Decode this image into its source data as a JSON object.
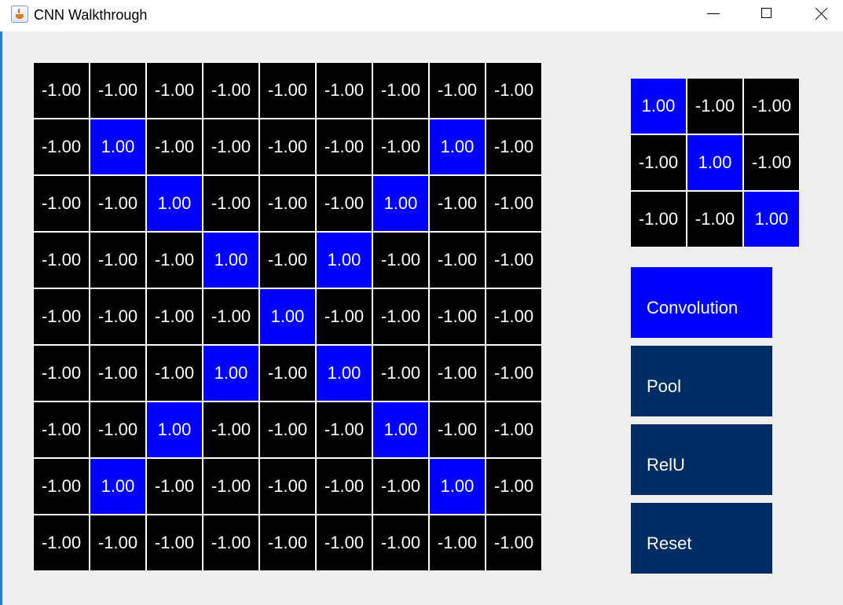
{
  "window": {
    "title": "CNN Walkthrough"
  },
  "colors": {
    "positive_cell": "#0000ff",
    "negative_cell": "#000000",
    "button": "#002c64",
    "button_active": "#0000ff",
    "background": "#eeeeee"
  },
  "input_grid": [
    [
      "-1.00",
      "-1.00",
      "-1.00",
      "-1.00",
      "-1.00",
      "-1.00",
      "-1.00",
      "-1.00",
      "-1.00"
    ],
    [
      "-1.00",
      "1.00",
      "-1.00",
      "-1.00",
      "-1.00",
      "-1.00",
      "-1.00",
      "1.00",
      "-1.00"
    ],
    [
      "-1.00",
      "-1.00",
      "1.00",
      "-1.00",
      "-1.00",
      "-1.00",
      "1.00",
      "-1.00",
      "-1.00"
    ],
    [
      "-1.00",
      "-1.00",
      "-1.00",
      "1.00",
      "-1.00",
      "1.00",
      "-1.00",
      "-1.00",
      "-1.00"
    ],
    [
      "-1.00",
      "-1.00",
      "-1.00",
      "-1.00",
      "1.00",
      "-1.00",
      "-1.00",
      "-1.00",
      "-1.00"
    ],
    [
      "-1.00",
      "-1.00",
      "-1.00",
      "1.00",
      "-1.00",
      "1.00",
      "-1.00",
      "-1.00",
      "-1.00"
    ],
    [
      "-1.00",
      "-1.00",
      "1.00",
      "-1.00",
      "-1.00",
      "-1.00",
      "1.00",
      "-1.00",
      "-1.00"
    ],
    [
      "-1.00",
      "1.00",
      "-1.00",
      "-1.00",
      "-1.00",
      "-1.00",
      "-1.00",
      "1.00",
      "-1.00"
    ],
    [
      "-1.00",
      "-1.00",
      "-1.00",
      "-1.00",
      "-1.00",
      "-1.00",
      "-1.00",
      "-1.00",
      "-1.00"
    ]
  ],
  "kernel_grid": [
    [
      "1.00",
      "-1.00",
      "-1.00"
    ],
    [
      "-1.00",
      "1.00",
      "-1.00"
    ],
    [
      "-1.00",
      "-1.00",
      "1.00"
    ]
  ],
  "buttons": [
    {
      "id": "convolution",
      "label": "Convolution",
      "active": true
    },
    {
      "id": "pool",
      "label": "Pool",
      "active": false
    },
    {
      "id": "relu",
      "label": "RelU",
      "active": false
    },
    {
      "id": "reset",
      "label": "Reset",
      "active": false
    }
  ]
}
